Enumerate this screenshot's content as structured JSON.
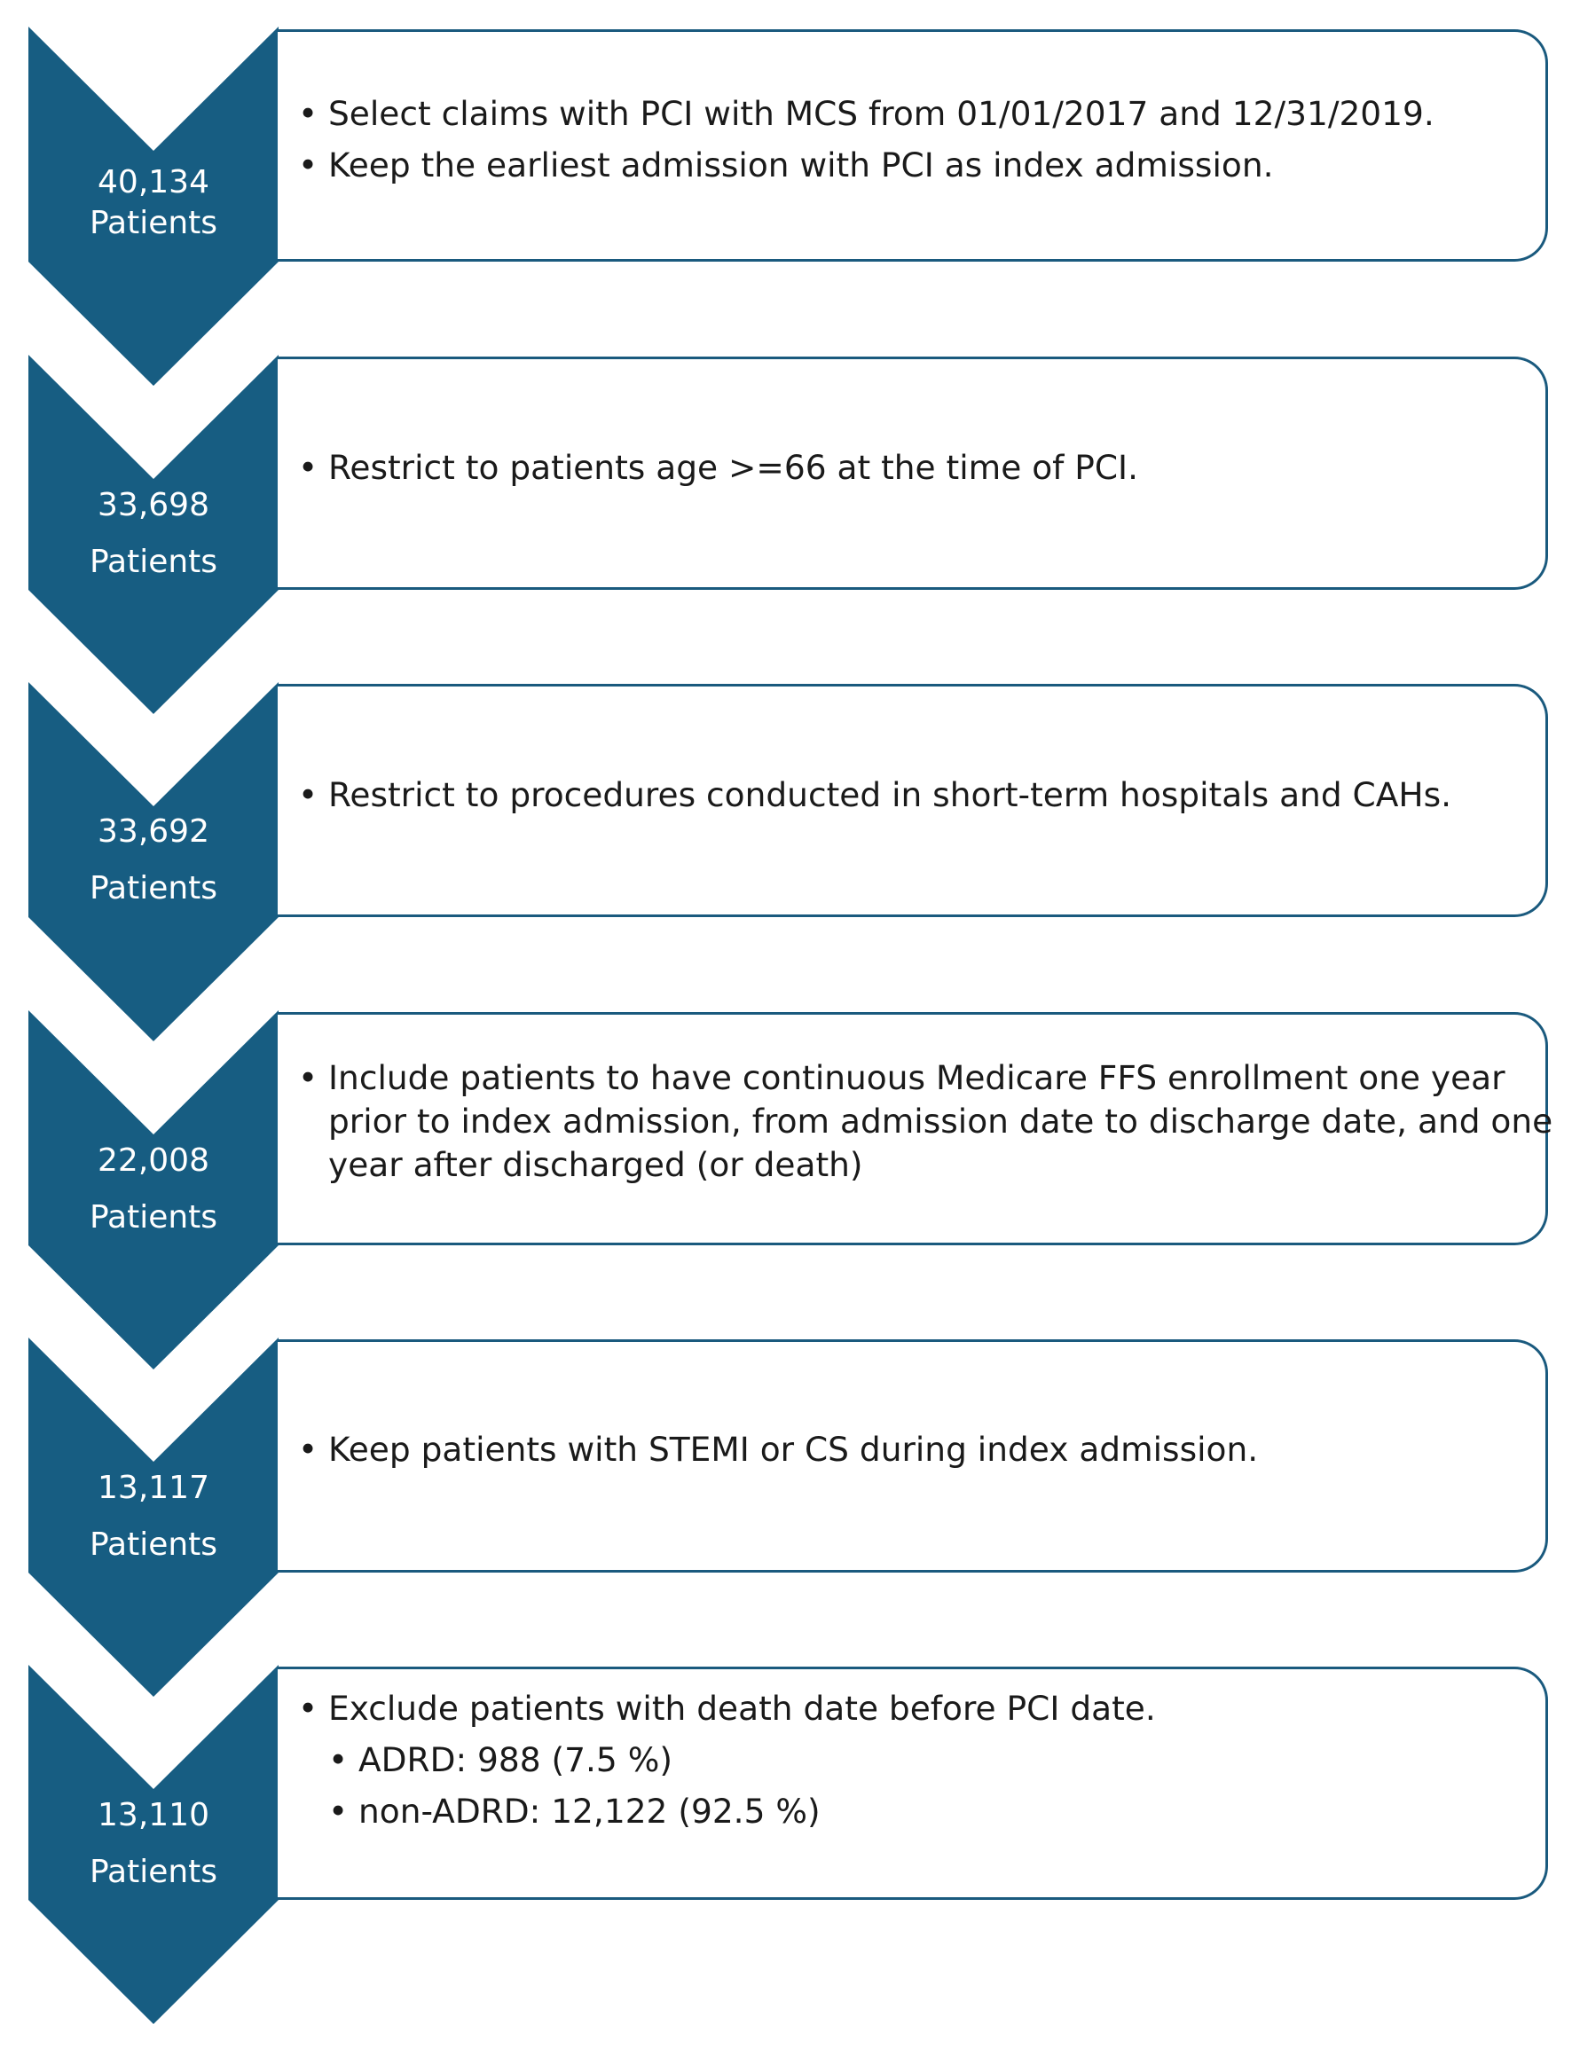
{
  "colors": {
    "chevron_fill": "#175d82",
    "box_border": "#1a5a7e",
    "text": "#1a1a1a",
    "count_text": "#ffffff"
  },
  "steps": [
    {
      "count": "40,134",
      "unit": "Patients",
      "bullets": [
        "Select claims with PCI with MCS from 01/01/2017 and 12/31/2019.",
        "Keep the earliest admission with PCI as index admission."
      ]
    },
    {
      "count": "33,698",
      "unit": "Patients",
      "bullets": [
        "Restrict to patients age >=66 at the time of PCI."
      ]
    },
    {
      "count": "33,692",
      "unit": "Patients",
      "bullets": [
        "Restrict to procedures conducted in short-term hospitals and CAHs."
      ]
    },
    {
      "count": "22,008",
      "unit": "Patients",
      "bullets": [
        "Include patients to have continuous Medicare FFS enrollment one year prior to index admission, from admission date to discharge date, and one year after discharged (or death)"
      ]
    },
    {
      "count": "13,117",
      "unit": "Patients",
      "bullets": [
        "Keep patients with STEMI or CS during index admission."
      ]
    },
    {
      "count": "13,110",
      "unit": "Patients",
      "bullets": [
        "Exclude patients with death date before PCI date."
      ],
      "sub_bullets": [
        "ADRD: 988 (7.5 %)",
        "non-ADRD: 12,122 (92.5 %)"
      ]
    }
  ]
}
